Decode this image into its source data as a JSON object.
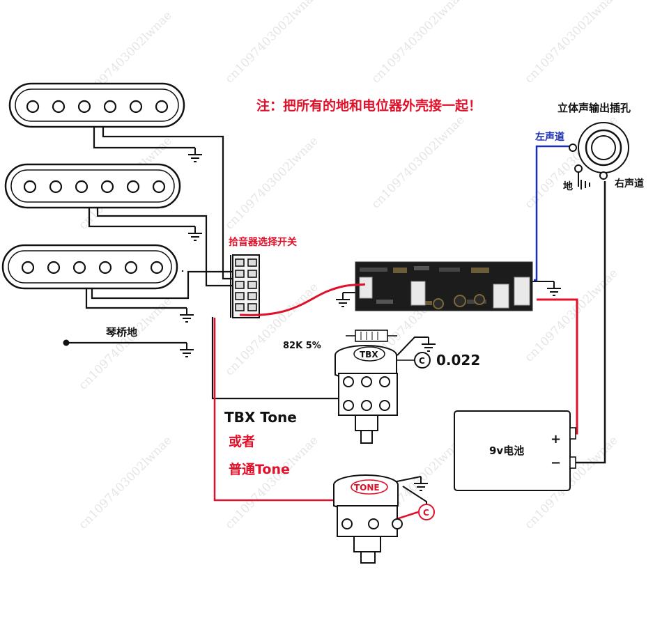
{
  "labels": {
    "note": "注：把所有的地和电位器外壳接一起！",
    "jack_title": "立体声输出插孔",
    "left_channel": "左声道",
    "right_channel": "右声道",
    "jack_ground": "地",
    "selector_switch": "拾音器选择开关",
    "bridge_ground": "琴桥地",
    "resistor": "82K 5%",
    "tbx_pot": "TBX",
    "cap_c": "C",
    "cap_value": "0.022",
    "tbx_tone": "TBX Tone",
    "or": "或者",
    "normal_tone": "普通Tone",
    "tone_pot": "TONE",
    "tone_cap_c": "C",
    "battery": "9v电池",
    "plus": "+",
    "minus": "−"
  },
  "watermark": "cn1097403002lwnae",
  "colors": {
    "note_red": "#e0102a",
    "left_blue": "#1a2fb8",
    "wire_red": "#e0102a",
    "wire_black": "#111111",
    "board": "#1c1c1c"
  },
  "pickups": [
    {
      "name": "neck-pickup",
      "poles": 6
    },
    {
      "name": "middle-pickup",
      "poles": 6
    },
    {
      "name": "bridge-pickup",
      "poles": 6
    }
  ]
}
